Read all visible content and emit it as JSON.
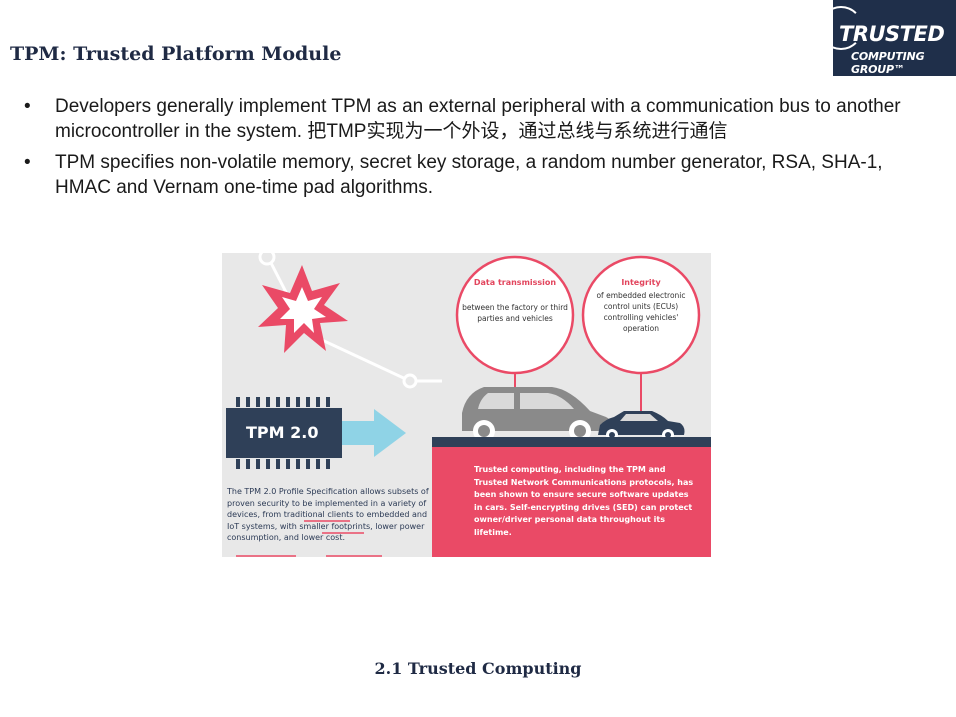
{
  "slide": {
    "title": "TPM: Trusted Platform Module",
    "caption": "2.1 Trusted Computing"
  },
  "logo": {
    "line1": "TRUSTED",
    "line2": "COMPUTING GROUP™"
  },
  "bullets": [
    {
      "marker": "•",
      "text": "Developers generally implement TPM as an external peripheral with a communication bus to another microcontroller in the system. 把TMP实现为一个外设，通过总线与系统进行通信"
    },
    {
      "marker": "•",
      "text": "TPM specifies non-volatile memory, secret key storage, a random number generator, RSA, SHA-1, HMAC and Vernam one-time pad algorithms."
    }
  ],
  "figure": {
    "tpm_label": "TPM 2.0",
    "circle_left": {
      "title": "Data transmission",
      "body": "between the factory or third parties and vehicles"
    },
    "circle_right": {
      "title": "Integrity",
      "body": "of embedded electronic control units (ECUs) controlling vehicles' operation"
    },
    "spec_text": "The TPM 2.0 Profile Specification allows subsets of proven security to be implemented in a variety of devices, from traditional clients to embedded and IoT systems, with smaller footprints, lower power consumption, and lower cost.",
    "pink_text": "Trusted computing, including the TPM and Trusted Network Communications protocols, has been shown to ensure secure software updates in cars. Self-encrypting drives (SED) can protect owner/driver personal data throughout its lifetime.",
    "colors": {
      "pink": "#ea4a66",
      "navy": "#2f4058",
      "arrow": "#8fd3e6",
      "car": "#7a7a7a"
    }
  }
}
